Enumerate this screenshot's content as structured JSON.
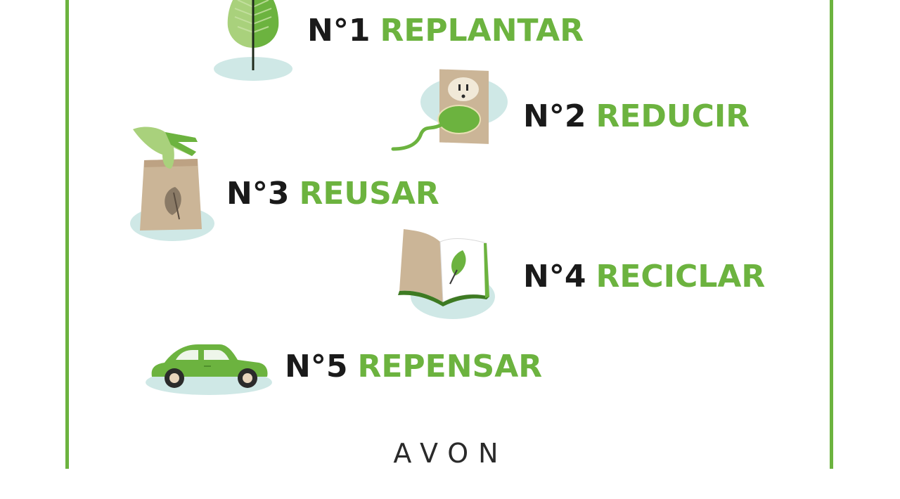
{
  "colors": {
    "accent_green": "#6cb33f",
    "number_black": "#1a1a1a",
    "shadow_blue": "#cfe8e6",
    "kraft_tan": "#cbb597",
    "background": "#ffffff"
  },
  "steps": [
    {
      "number": "N°1",
      "word": "REPLANTAR",
      "icon": "tree-icon"
    },
    {
      "number": "N°2",
      "word": "REDUCIR",
      "icon": "power-outlet-plug-icon"
    },
    {
      "number": "N°3",
      "word": "REUSAR",
      "icon": "paper-bag-glove-icon"
    },
    {
      "number": "N°4",
      "word": "RECICLAR",
      "icon": "open-book-leaf-icon"
    },
    {
      "number": "N°5",
      "word": "REPENSAR",
      "icon": "green-car-icon"
    }
  ],
  "brand": {
    "name": "AVON"
  }
}
